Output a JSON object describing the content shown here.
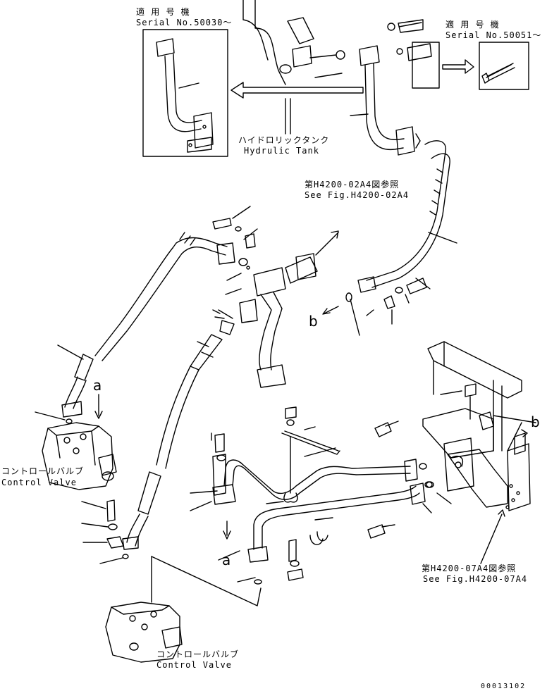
{
  "labels": {
    "serial_left_jp": "適 用 号 機",
    "serial_left_en": "Serial No.50030～",
    "serial_right_jp": "適 用 号 機",
    "serial_right_en": "Serial No.50051～",
    "tank_jp": "ハイドロリックタンク",
    "tank_en": "Hydrulic Tank",
    "ref_upper_jp": "第H4200-02A4図参照",
    "ref_upper_en": "See Fig.H4200-02A4",
    "ref_lower_jp": "第H4200-07A4図参照",
    "ref_lower_en": "See Fig.H4200-07A4",
    "cv_left_jp": "コントロールバルブ",
    "cv_left_en": "Control Valve",
    "cv_bottom_jp": "コントロールバルブ",
    "cv_bottom_en": "Control Valve",
    "mark_a": "a",
    "mark_b": "b",
    "drawing_number": "00013102"
  },
  "markers": {
    "a_upper": "a",
    "a_lower": "a",
    "b_left": "b",
    "b_right": "b"
  }
}
